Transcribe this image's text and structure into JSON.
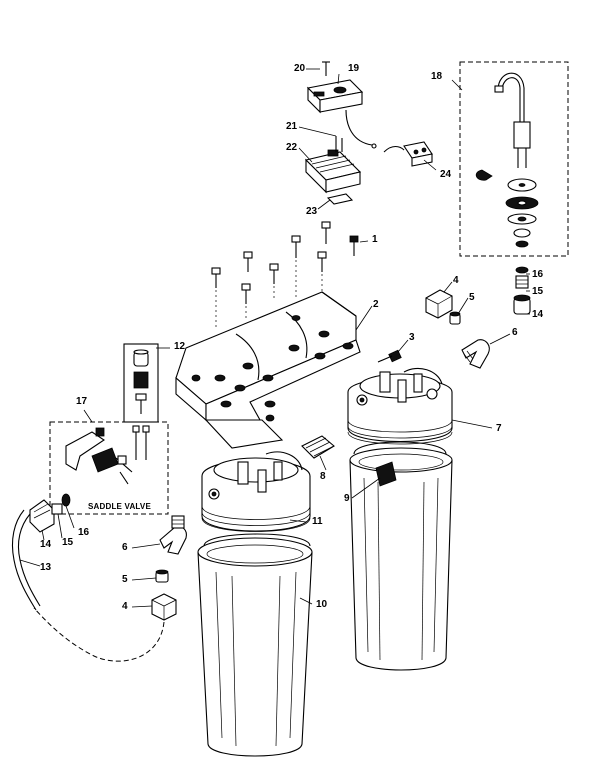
{
  "diagram": {
    "callouts": {
      "c1": "1",
      "c2": "2",
      "c3": "3",
      "c4a": "4",
      "c4b": "4",
      "c5a": "5",
      "c5b": "5",
      "c6a": "6",
      "c6b": "6",
      "c7": "7",
      "c8": "8",
      "c9": "9",
      "c10": "10",
      "c11": "11",
      "c12": "12",
      "c13": "13",
      "c14a": "14",
      "c14b": "14",
      "c15a": "15",
      "c15b": "15",
      "c16a": "16",
      "c16b": "16",
      "c17": "17",
      "c18": "18",
      "c19": "19",
      "c20": "20",
      "c21": "21",
      "c22": "22",
      "c23": "23",
      "c24": "24"
    },
    "saddle_valve_label": "SADDLE VALVE"
  }
}
